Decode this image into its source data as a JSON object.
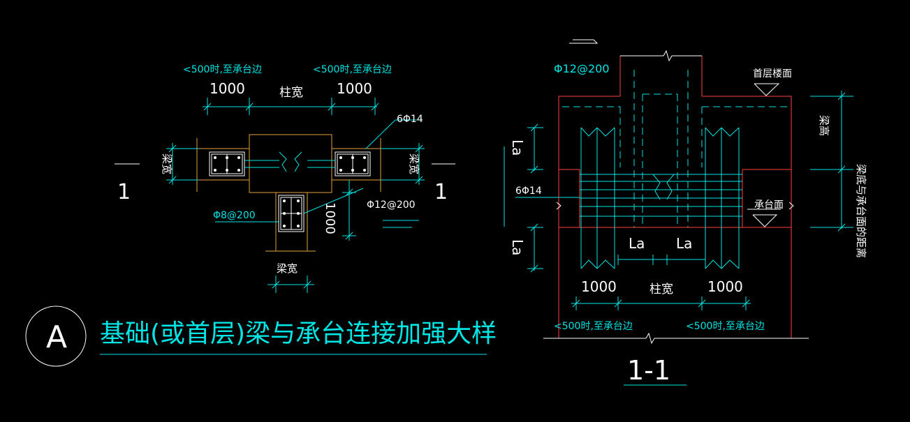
{
  "colors": {
    "background": "#000000",
    "cyan": "#00e5e5",
    "orange": "#e5a040",
    "red": "#ff4040",
    "white": "#ffffff"
  },
  "plan": {
    "note_left": "<500时,至承台边",
    "note_right": "<500时,至承台边",
    "dim_left": "1000",
    "dim_column": "柱宽",
    "dim_right": "1000",
    "beam_width_left": "梁宽",
    "beam_width_right": "梁宽",
    "beam_width_bottom": "梁宽",
    "rebar_top": "6Φ14",
    "rebar_stirrup": "Φ8@200",
    "rebar_side": "Φ12@200",
    "dim_vertical": "1000",
    "section_mark_left": "1",
    "section_mark_right": "1"
  },
  "title_block": {
    "marker": "A",
    "title": "基础(或首层)梁与承台连接加强大样"
  },
  "section": {
    "rebar_top": "Φ12@200",
    "floor_level": "首层楼面",
    "cap_level": "承台面",
    "beam_height": "梁高",
    "beam_bottom_to_cap": "梁底与承台面的距离",
    "rebar_mid": "6Φ14",
    "la_upper": "La",
    "la_lower": "La",
    "la_mid_left": "La",
    "la_mid_right": "La",
    "dim_left": "1000",
    "dim_column": "柱宽",
    "dim_right": "1000",
    "note_left": "<500时,至承台边",
    "note_right": "<500时,至承台边",
    "section_label": "1-1"
  }
}
